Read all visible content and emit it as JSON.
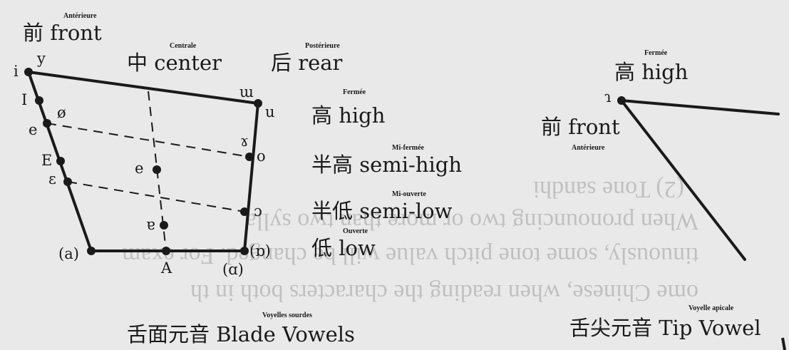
{
  "labels": {
    "anterieure_left": "Antérieure",
    "front_left": "前 front",
    "centrale": "Centrale",
    "center": "中 center",
    "posterieure": "Postérieure",
    "rear": "后 rear",
    "fermee_left": "Fermée",
    "high_left": "高 high",
    "mi_fermee": "Mi-fermée",
    "semi_high": "半高 semi-high",
    "mi_ouverte": "Mi-ouverte",
    "semi_low": "半低 semi-low",
    "ouverte": "Ouverte",
    "low": "低 low",
    "voyelles_sourdes": "Voyelles sourdes",
    "blade_vowels": "舌面元音 Blade Vowels",
    "fermee_right": "Fermée",
    "high_right": "高 high",
    "front_right": "前 front",
    "anterieure_right": "Antérieure",
    "voyelle_apicale": "Voyelle apicale",
    "tip_vowel": "舌尖元音 Tip Vowel"
  },
  "vowels": {
    "i": "i",
    "y": "y",
    "I": "I",
    "oe_slash": "ø",
    "e": "e",
    "E": "E",
    "epsilon": "ε",
    "a": "(a)",
    "A": "A",
    "schwa": "ə",
    "turned_a": "ɐ",
    "u": "u",
    "unrounded_u": "ɯ",
    "o": "o",
    "ram_horns": "ɤ",
    "open_o": "ɔ",
    "alpha": "(ɑ)",
    "turned_alpha": "(ɒ)",
    "apical_i": "ɿ"
  },
  "colors": {
    "background": "#e9e9e9",
    "ink": "#1a1a1a"
  }
}
